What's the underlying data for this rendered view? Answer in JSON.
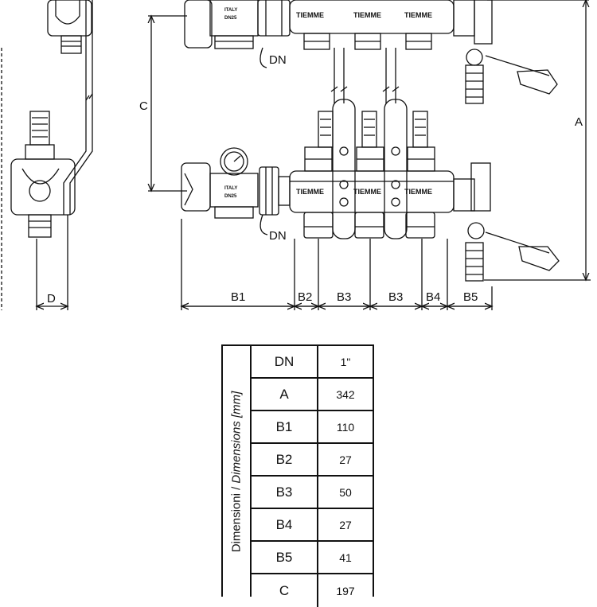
{
  "drawing": {
    "dimension_labels": [
      "A",
      "C",
      "D",
      "DN",
      "DN",
      "B1",
      "B2",
      "B3",
      "B3",
      "B4",
      "B5"
    ],
    "brand_text": [
      "TIEMME",
      "TIEMME",
      "TIEMME",
      "TIEMME",
      "TIEMME",
      "TIEMME"
    ],
    "gauge_text": [
      "ITALY",
      "DN25"
    ]
  },
  "table": {
    "side_label_main": "Dimensioni / ",
    "side_label_italic": "Dimensions [mm]",
    "rows": [
      {
        "key": "DN",
        "value": "1\""
      },
      {
        "key": "A",
        "value": "342"
      },
      {
        "key": "B1",
        "value": "110"
      },
      {
        "key": "B2",
        "value": "27"
      },
      {
        "key": "B3",
        "value": "50"
      },
      {
        "key": "B4",
        "value": "27"
      },
      {
        "key": "B5",
        "value": "41"
      },
      {
        "key": "C",
        "value": "197"
      }
    ]
  }
}
